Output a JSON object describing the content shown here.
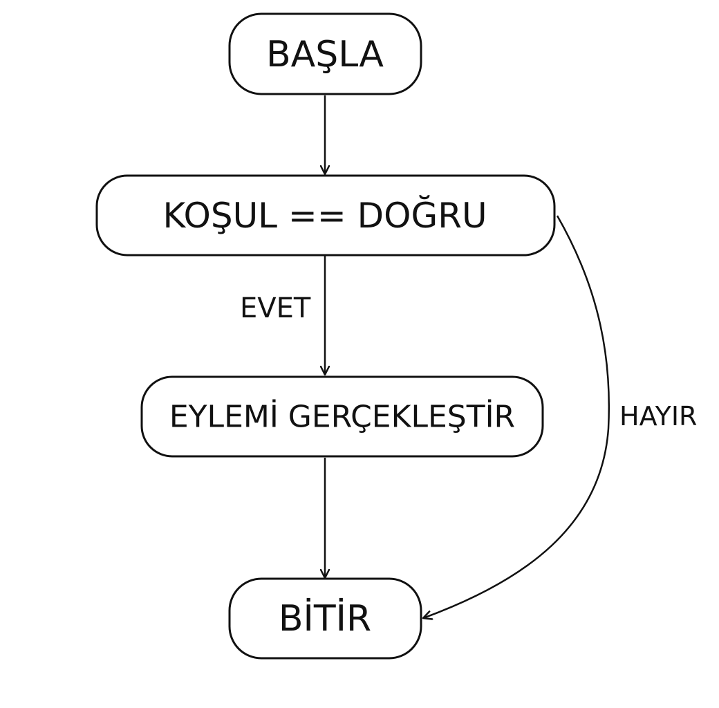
{
  "nodes": {
    "start": {
      "label": "BAŞLA"
    },
    "condition": {
      "label": "KOŞUL == DOĞRU"
    },
    "action": {
      "label": "EYLEMİ GERÇEKLEŞTİR"
    },
    "end": {
      "label": "BİTİR"
    }
  },
  "edges": {
    "start_to_condition": {
      "label": ""
    },
    "condition_to_action": {
      "label": "EVET"
    },
    "action_to_end": {
      "label": ""
    },
    "condition_to_end": {
      "label": "HAYIR"
    }
  },
  "colors": {
    "stroke": "#111111",
    "background": "#ffffff",
    "text": "#111111"
  }
}
